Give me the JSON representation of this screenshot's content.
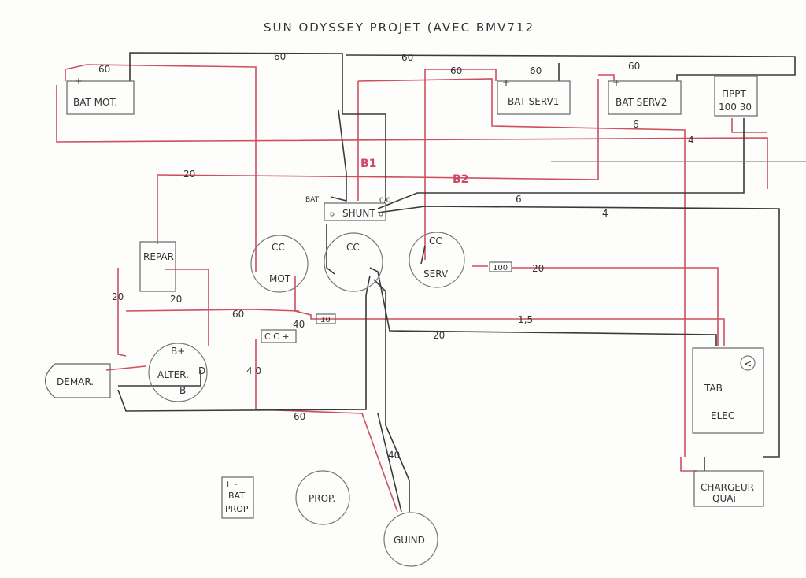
{
  "title": "SUN ODYSSEY PROJET (AVEC BMV712",
  "components": {
    "bat_mot": "BAT MOT.",
    "bat_serv1": "BAT SERV1",
    "bat_serv2": "BAT SERV2",
    "mppt_line1": "ΠPPT",
    "mppt_line2": "100 30",
    "shunt": "SHUNT",
    "shunt_bat": "BAT",
    "shunt_out": "0/0",
    "repar": "REPAR",
    "cc_mot_top": "CC",
    "cc_mot_bottom": "MOT",
    "cc_minus_top": "CC",
    "cc_minus_bottom": "-",
    "cc_serv_top": "CC",
    "cc_serv_bottom": "SERV",
    "cc_plus": "C C +",
    "demar": "DEMAR.",
    "alter": "ALTER.",
    "alter_bplus": "B+",
    "alter_bminus": "B-",
    "alter_d": "D",
    "tab_elec_1": "TAB",
    "tab_elec_2": "ELEC",
    "chargeur_1": "CHARGEUR",
    "chargeur_2": "QUAi",
    "guind": "GUIND",
    "prop": "PROP.",
    "bat_prop_sign": "+  -",
    "bat_prop_1": "BAT",
    "bat_prop_2": "PROP",
    "fuse_100": "100",
    "fuse_10": "10",
    "connector": "<"
  },
  "bus_labels": {
    "b1": "B1",
    "b2": "B2"
  },
  "wire_labels": {
    "w60_a": "60",
    "w60_b": "60",
    "w60_c": "60",
    "w60_d": "60",
    "w60_e": "60",
    "w60_f": "60",
    "w60_g": "60",
    "w60_h": "60",
    "w6_a": "6",
    "w6_b": "6",
    "w4_a": "4",
    "w4_b": "4",
    "w20_a": "20",
    "w20_b": "20",
    "w20_c": "20",
    "w20_d": "20",
    "w20_e": "20",
    "w40_a": "40",
    "w40_b": "4 0",
    "w40_c": "40",
    "w15": "1,5",
    "plus_a": "+",
    "minus_a": "-",
    "plus_b": "+",
    "minus_b": "-",
    "plus_c": "+",
    "minus_c": "-"
  },
  "colors": {
    "positive_wire": "#cf4f5f",
    "negative_wire": "#3a3a3a"
  }
}
